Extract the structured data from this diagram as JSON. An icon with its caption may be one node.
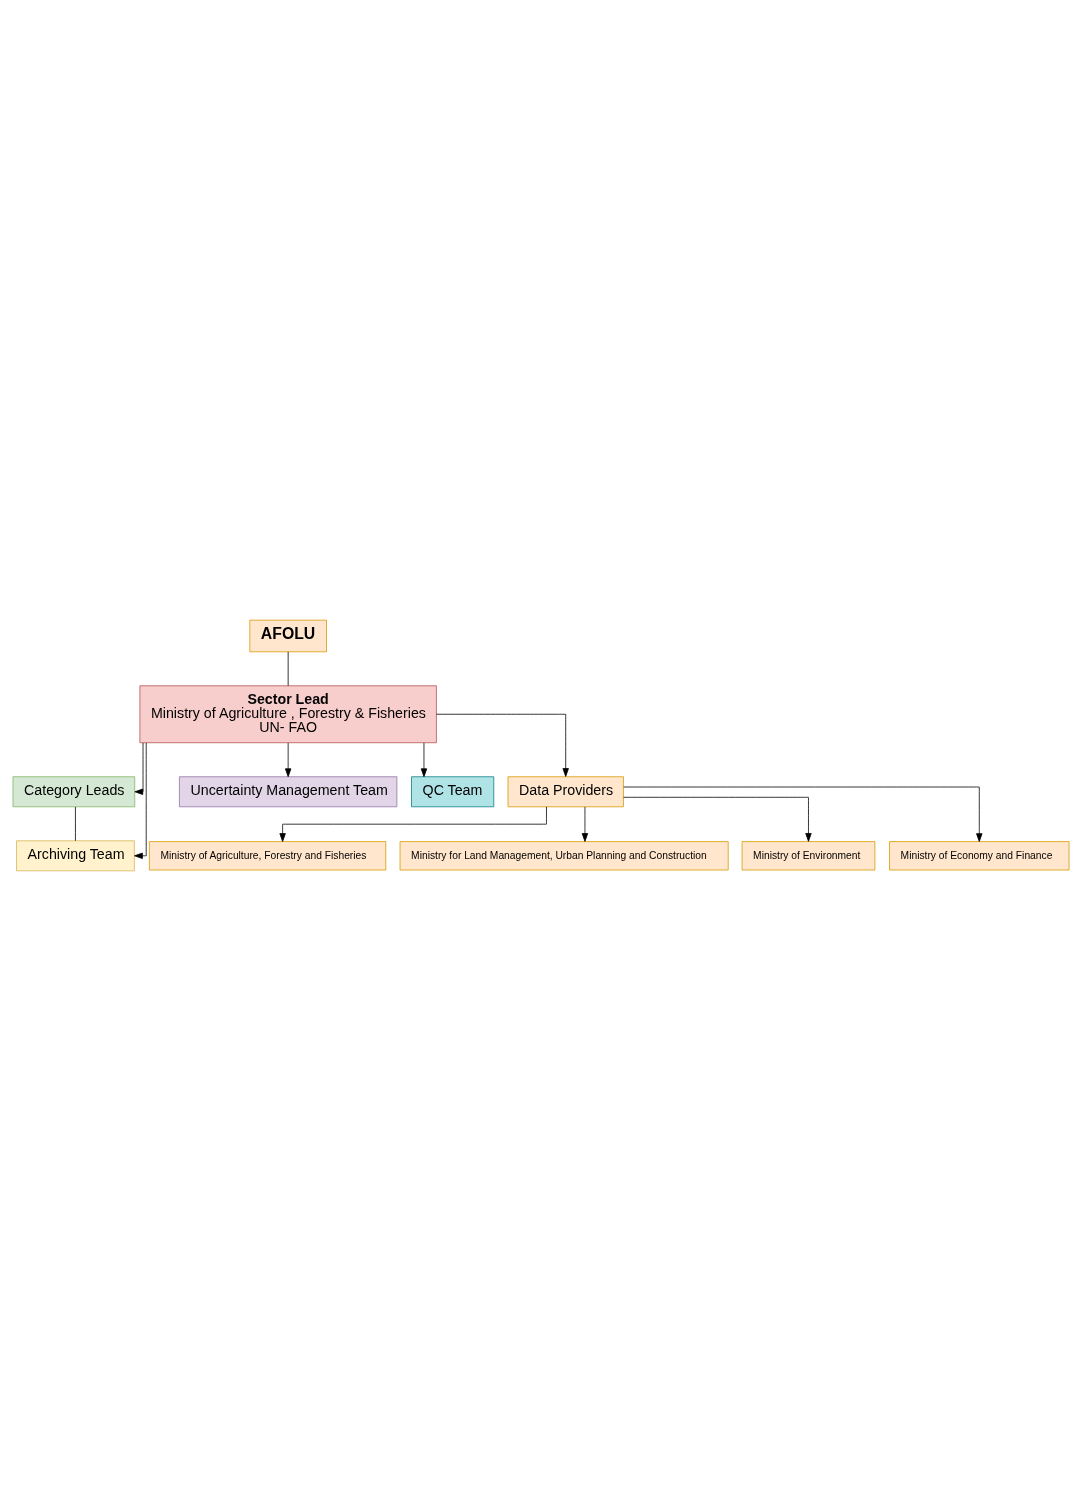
{
  "diagram": {
    "nodes": [
      {
        "text": [
          "AFOLU"
        ]
      },
      {
        "text": [
          "Sector Lead",
          "Ministry of Agriculture , Forestry & Fisheries",
          "UN- FAO"
        ]
      },
      {
        "text": [
          "Category Leads"
        ]
      },
      {
        "text": [
          "Archiving Team"
        ]
      },
      {
        "text": [
          "Uncertainty Management Team"
        ]
      },
      {
        "text": [
          "QC Team"
        ]
      },
      {
        "text": [
          "Data Providers"
        ]
      },
      {
        "text": [
          "Ministry of Agriculture, Forestry and Fisheries"
        ]
      },
      {
        "text": [
          "Ministry for Land Management, Urban Planning and Construction"
        ]
      },
      {
        "text": [
          "Ministry of Environment"
        ]
      },
      {
        "text": [
          "Ministry of Economy and Finance"
        ]
      }
    ],
    "edges": [
      {
        "from": 0,
        "to": 1,
        "arrow": "none"
      },
      {
        "from": 1,
        "to": 2,
        "arrow": "to"
      },
      {
        "from": 2,
        "to": 3,
        "arrow": "none"
      },
      {
        "from": 1,
        "to": 3,
        "arrow": "to"
      },
      {
        "from": 1,
        "to": 4,
        "arrow": "to"
      },
      {
        "from": 1,
        "to": 5,
        "arrow": "to"
      },
      {
        "from": 1,
        "to": 6,
        "arrow": "to"
      },
      {
        "from": 6,
        "to": 7,
        "arrow": "to"
      },
      {
        "from": 6,
        "to": 8,
        "arrow": "to"
      },
      {
        "from": 6,
        "to": 9,
        "arrow": "to"
      },
      {
        "from": 6,
        "to": 10,
        "arrow": "to"
      }
    ]
  }
}
